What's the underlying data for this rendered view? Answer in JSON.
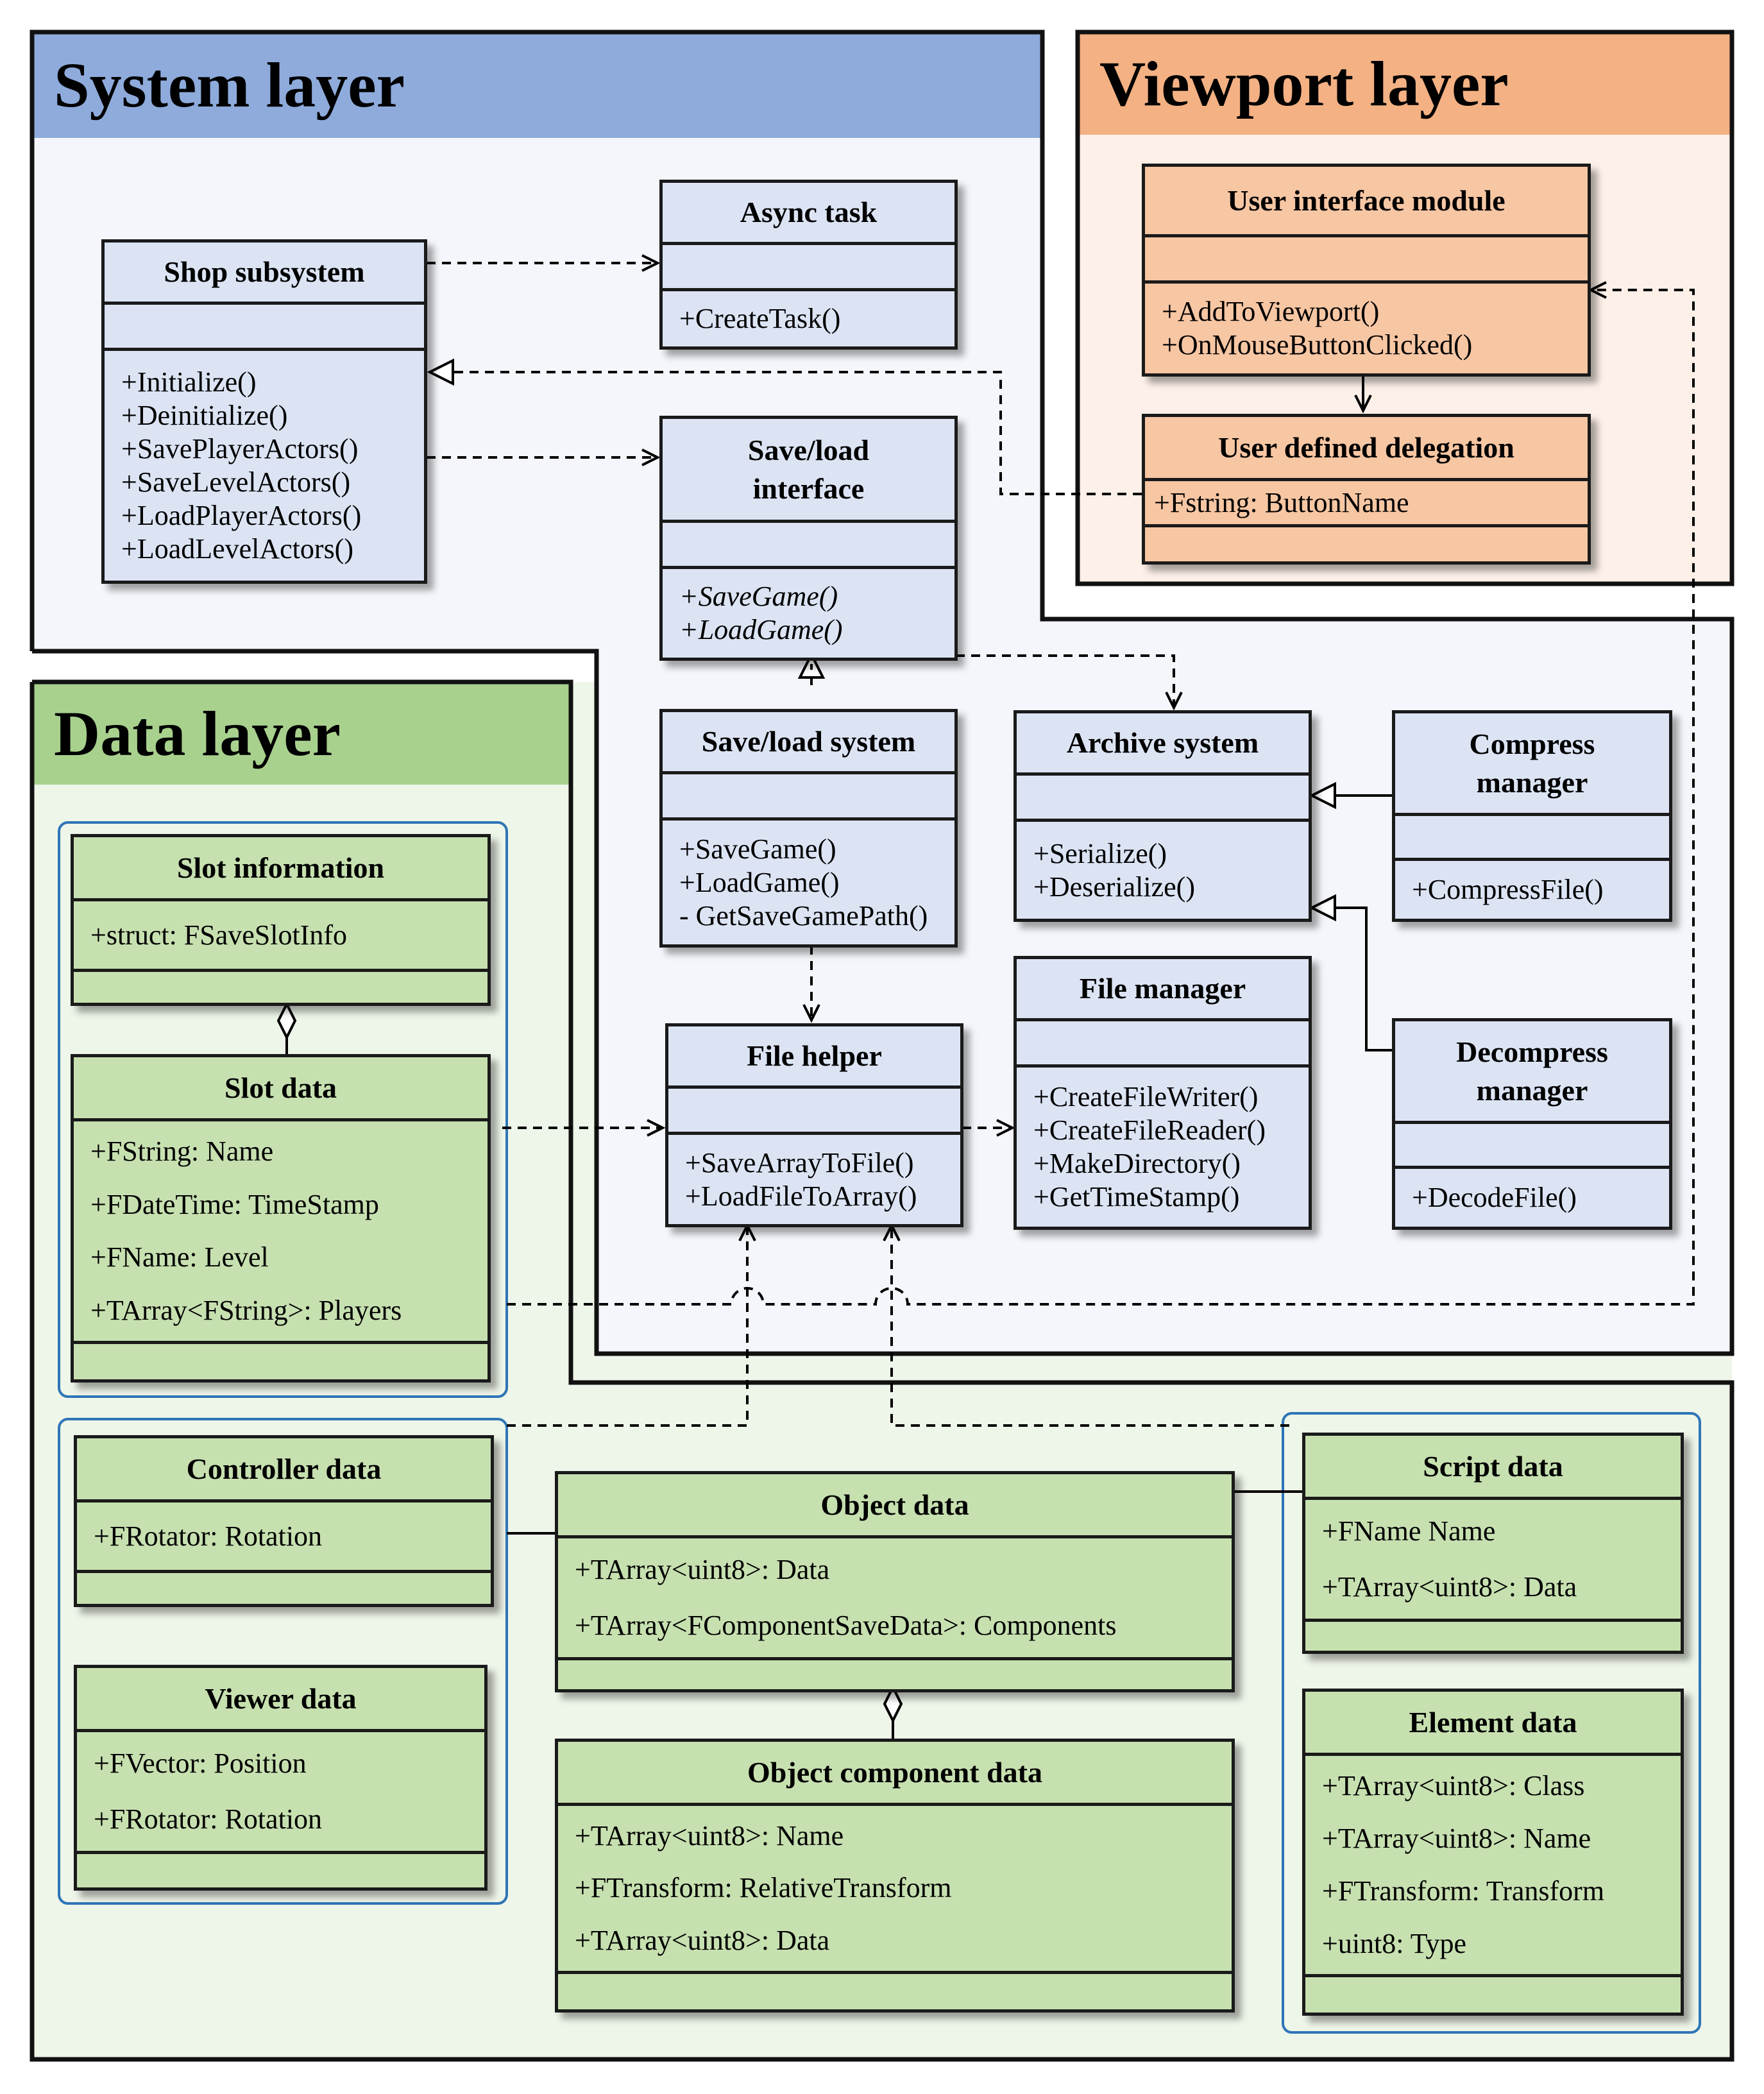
{
  "layers": {
    "system": "System layer",
    "viewport": "Viewport layer",
    "data": "Data layer"
  },
  "colors": {
    "system_header": "#8eabdc",
    "system_bg": "#f4f6fb",
    "viewport_header": "#f4b183",
    "viewport_bg": "#fdf0e8",
    "data_header": "#a9d18e",
    "data_bg": "#eef5e9",
    "class_blue": "#dce4f4",
    "class_orange": "#f7c6a3",
    "class_green": "#c7e0b0",
    "group_outline": "#2e75b6"
  },
  "classes": {
    "shop_subsystem": {
      "name": "Shop subsystem",
      "methods": [
        "+Initialize()",
        "+Deinitialize()",
        "+SavePlayerActors()",
        "+SaveLevelActors()",
        "+LoadPlayerActors()",
        "+LoadLevelActors()"
      ]
    },
    "async_task": {
      "name": "Async task",
      "methods": [
        "+CreateTask()"
      ]
    },
    "save_load_interface": {
      "name_line1": "Save/load",
      "name_line2": "interface",
      "methods": [
        "+SaveGame()",
        "+LoadGame()"
      ]
    },
    "save_load_system": {
      "name": "Save/load system",
      "methods": [
        "+SaveGame()",
        "+LoadGame()",
        "- GetSaveGamePath()"
      ]
    },
    "archive_system": {
      "name": "Archive system",
      "methods": [
        "+Serialize()",
        "+Deserialize()"
      ]
    },
    "compress_manager": {
      "name_line1": "Compress",
      "name_line2": "manager",
      "methods": [
        "+CompressFile()"
      ]
    },
    "decompress_manager": {
      "name_line1": "Decompress",
      "name_line2": "manager",
      "methods": [
        "+DecodeFile()"
      ]
    },
    "file_manager": {
      "name": "File manager",
      "methods": [
        "+CreateFileWriter()",
        "+CreateFileReader()",
        "+MakeDirectory()",
        "+GetTimeStamp()"
      ]
    },
    "file_helper": {
      "name": "File helper",
      "methods": [
        "+SaveArrayToFile()",
        "+LoadFileToArray()"
      ]
    },
    "user_interface_module": {
      "name": "User interface module",
      "methods": [
        "+AddToViewport()",
        "+OnMouseButtonClicked()"
      ]
    },
    "user_defined_delegation": {
      "name": "User defined delegation",
      "attributes": [
        "+Fstring: ButtonName"
      ]
    },
    "slot_information": {
      "name": "Slot information",
      "attributes": [
        "+struct: FSaveSlotInfo"
      ]
    },
    "slot_data": {
      "name": "Slot data",
      "attributes": [
        "+FString: Name",
        "+FDateTime: TimeStamp",
        "+FName: Level",
        "+TArray<FString>: Players"
      ]
    },
    "controller_data": {
      "name": "Controller data",
      "attributes": [
        "+FRotator: Rotation"
      ]
    },
    "viewer_data": {
      "name": "Viewer data",
      "attributes": [
        "+FVector: Position",
        "+FRotator: Rotation"
      ]
    },
    "object_data": {
      "name": "Object data",
      "attributes": [
        "+TArray<uint8>: Data",
        "+TArray<FComponentSaveData>: Components"
      ]
    },
    "object_component_data": {
      "name": "Object component data",
      "attributes": [
        "+TArray<uint8>: Name",
        "+FTransform: RelativeTransform",
        "+TArray<uint8>:  Data"
      ]
    },
    "script_data": {
      "name": "Script data",
      "attributes": [
        "+FName Name",
        "+TArray<uint8>: Data"
      ]
    },
    "element_data": {
      "name": "Element data",
      "attributes": [
        "+TArray<uint8>: Class",
        "+TArray<uint8>: Name",
        "+FTransform: Transform",
        "+uint8: Type"
      ]
    }
  }
}
